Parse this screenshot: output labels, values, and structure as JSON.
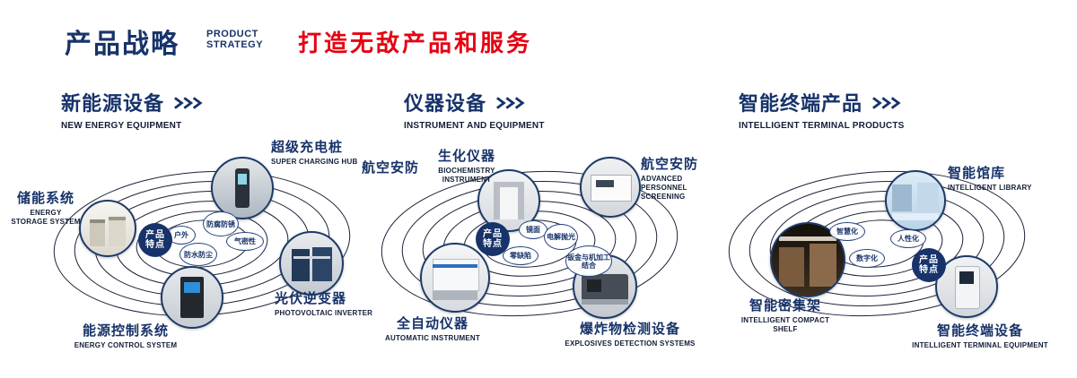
{
  "header": {
    "title": "产品战略",
    "title_en_line1": "PRODUCT",
    "title_en_line2": "STRATEGY",
    "slogan": "打造无敌产品和服务"
  },
  "center_badge": {
    "line1": "产品",
    "line2": "特点"
  },
  "colors": {
    "navy": "#17336a",
    "red": "#e60012",
    "orbit": "#20203a"
  },
  "sections": [
    {
      "title": "新能源设备",
      "subtitle": "NEW ENERGY EQUIPMENT",
      "products": [
        {
          "name": "储能系统",
          "en": "ENERGY STORAGE SYSTEM"
        },
        {
          "name": "超级充电桩",
          "en": "SUPER CHARGING HUB"
        },
        {
          "name": "光伏逆变器",
          "en": "PHOTOVOLTAIC INVERTER"
        },
        {
          "name": "能源控制系统",
          "en": "ENERGY CONTROL SYSTEM"
        }
      ],
      "features": [
        "户外",
        "防腐防锈",
        "气密性",
        "防水防尘"
      ]
    },
    {
      "title": "仪器设备",
      "subtitle": "INSTRUMENT AND EQUIPMENT",
      "side_label": "航空安防",
      "products": [
        {
          "name": "生化仪器",
          "en": "BIOCHEMISTRY INSTRUMENT"
        },
        {
          "name": "航空安防",
          "en": "ADVANCED PERSONNEL SCREENING"
        },
        {
          "name": "全自动仪器",
          "en": "AUTOMATIC INSTRUMENT"
        },
        {
          "name": "爆炸物检测设备",
          "en": "EXPLOSIVES DETECTION SYSTEMS"
        }
      ],
      "features": [
        "镜面",
        "电解抛光",
        "零缺陷",
        "钣金与机加工结合"
      ]
    },
    {
      "title": "智能终端产品",
      "subtitle": "INTELLIGENT TERMINAL PRODUCTS",
      "products": [
        {
          "name": "智能馆库",
          "en": "INTELLIGENT LIBRARY"
        },
        {
          "name": "智能密集架",
          "en": "INTELLIGENT COMPACT SHELF"
        },
        {
          "name": "智能终端设备",
          "en": "INTELLIGENT TERMINAL EQUIPMENT"
        }
      ],
      "features": [
        "智慧化",
        "人性化",
        "数字化"
      ]
    }
  ]
}
